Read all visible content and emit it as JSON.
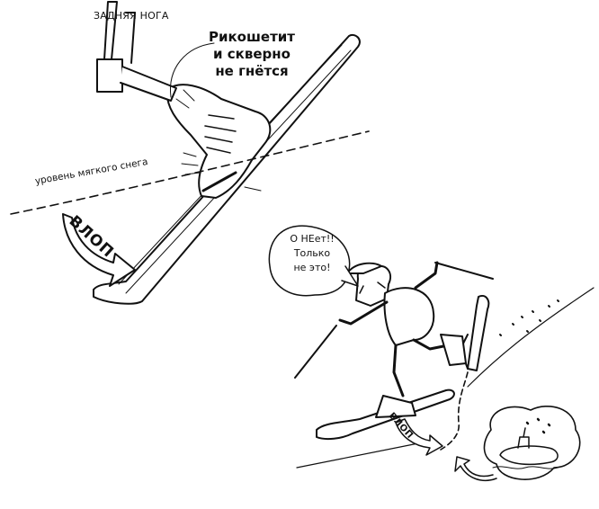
{
  "labels": {
    "back_leg": "ЗАДНЯЯ НОГА",
    "ricochet": [
      "Рикошетит",
      "и скверно",
      "не гнётся"
    ],
    "snow_level": "уровень мягкого снега",
    "vlop_big": "ВЛОП",
    "vlop_small": "ВЛОП",
    "speech": [
      "О НЕет!!",
      "Только",
      "не это!"
    ]
  },
  "colors": {
    "ink": "#111111",
    "paper": "#ffffff"
  }
}
